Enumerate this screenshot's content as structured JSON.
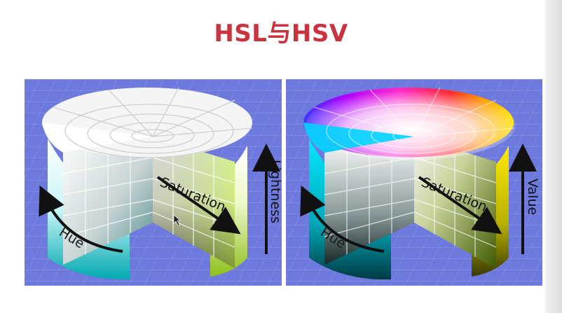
{
  "title": "HSL与HSV",
  "hsl": {
    "saturation_label": "Saturation",
    "lightness_label": "Lightness",
    "hue_label": "Hue"
  },
  "hsv": {
    "saturation_label": "Saturation",
    "value_label": "Value",
    "hue_label": "Hue"
  },
  "colors": {
    "title": "#c8333f",
    "backdrop": "#6e79dd",
    "gridline": "#8d97e8"
  }
}
